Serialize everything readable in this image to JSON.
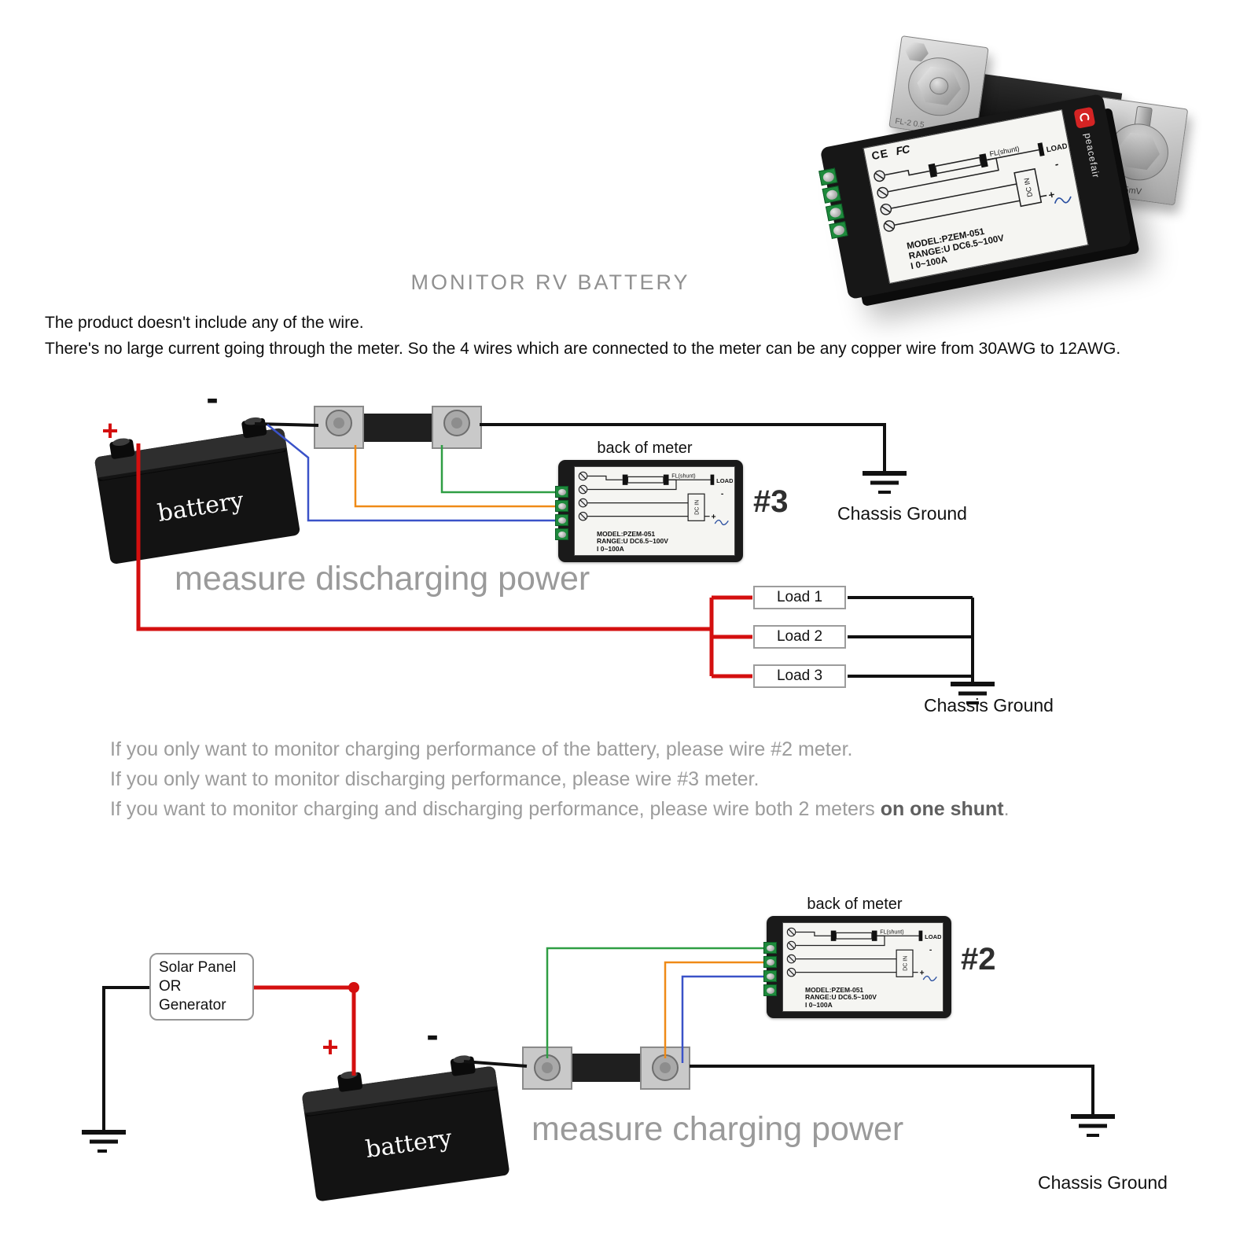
{
  "title": "MONITOR RV BATTERY",
  "intro": {
    "line1": "The product doesn't include any of the wire.",
    "line2": "There's no large current going through the meter. So the 4 wires which are connected to the meter can be any copper wire from 30AWG to 12AWG."
  },
  "notes": {
    "line1": "If you only want to monitor charging performance of the battery, please wire #2 meter.",
    "line2": "If you only want to monitor discharging performance, please wire #3 meter.",
    "line3_prefix": "If you want to monitor charging and discharging performance, please wire both 2 meters ",
    "line3_bold": "on one shunt",
    "line3_suffix": "."
  },
  "meter": {
    "back_label": "back of meter",
    "model": "MODEL:PZEM-051",
    "range": "RANGE:U DC6.5~100V",
    "current": "I 0~100A",
    "fl_shunt": "FL(shunt)",
    "load": "LOAD",
    "dc_in": "DC IN",
    "minus": "-",
    "plus": "+"
  },
  "photo": {
    "shunt_marking_left": "FL-2 0.5",
    "shunt_marking_right": "100A 75mV",
    "ce_mark": "CE",
    "fcc_mark": "FC",
    "brand": "peacefair"
  },
  "diagram_discharge": {
    "battery_label": "battery",
    "plus": "+",
    "minus": "-",
    "meter_number": "#3",
    "chassis_ground_top": "Chassis Ground",
    "chassis_ground_bottom": "Chassis Ground",
    "caption": "measure discharging power",
    "loads": [
      "Load 1",
      "Load 2",
      "Load 3"
    ]
  },
  "diagram_charge": {
    "battery_label": "battery",
    "plus": "+",
    "minus": "-",
    "meter_number": "#2",
    "source": {
      "line1": "Solar Panel",
      "line2": "OR",
      "line3": "Generator"
    },
    "chassis_ground": "Chassis Ground",
    "caption": "measure charging power"
  },
  "colors": {
    "wire_black": "#111111",
    "wire_red": "#d40f0f",
    "wire_green": "#2f9e44",
    "wire_orange": "#ef8a17",
    "wire_blue": "#3a52c8",
    "meter_terminal_green": "#1e8a3c",
    "brand_red": "#d42424"
  }
}
